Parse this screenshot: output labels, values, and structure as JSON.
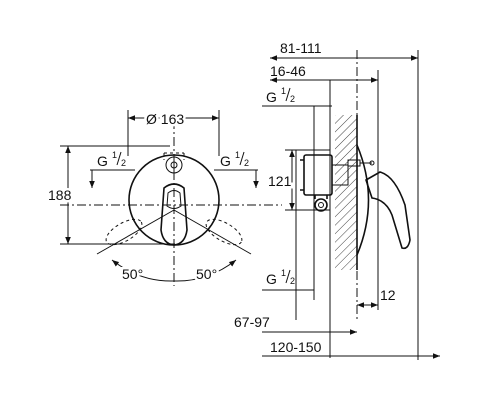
{
  "front_view": {
    "diameter_label": "Ø 163",
    "height_label": "188",
    "thread_left": {
      "main": "G",
      "num": "1",
      "den": "2"
    },
    "thread_right": {
      "main": "G",
      "num": "1",
      "den": "2"
    },
    "angle_left": "50°",
    "angle_right": "50°"
  },
  "side_view": {
    "dim_top_total": "81-111",
    "dim_top_partial": "16-46",
    "thread_top": {
      "main": "G",
      "num": "1",
      "den": "2"
    },
    "thread_bottom": {
      "main": "G",
      "num": "1",
      "den": "2"
    },
    "dim_height_center": "121",
    "dim_plate": "12",
    "dim_bottom_a": "67-97",
    "dim_bottom_b": "120-150"
  }
}
